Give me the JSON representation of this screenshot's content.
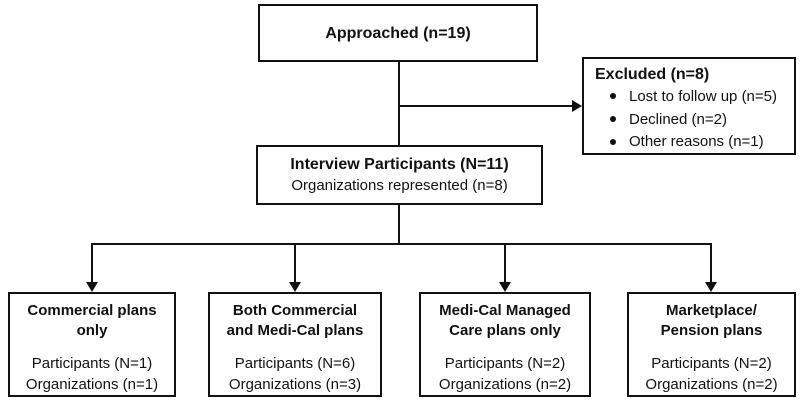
{
  "colors": {
    "background": "#ffffff",
    "line": "#111111",
    "text": "#111111"
  },
  "flowchart": {
    "approached": {
      "label": "Approached (n=19)"
    },
    "excluded": {
      "title": "Excluded (n=8)",
      "items": [
        "Lost to follow up (n=5)",
        "Declined (n=2)",
        "Other reasons (n=1)"
      ]
    },
    "interview": {
      "title": "Interview Participants (N=11)",
      "subtitle": "Organizations represented (n=8)"
    },
    "groups": [
      {
        "title": "Commercial plans\nonly",
        "participants": "Participants (N=1)",
        "organizations": "Organizations (n=1)"
      },
      {
        "title": "Both Commercial\nand Medi-Cal plans",
        "participants": "Participants (N=6)",
        "organizations": "Organizations (n=3)"
      },
      {
        "title": "Medi-Cal Managed\nCare plans only",
        "participants": "Participants (N=2)",
        "organizations": "Organizations (n=2)"
      },
      {
        "title": "Marketplace/\nPension plans",
        "participants": "Participants (N=2)",
        "organizations": "Organizations (n=2)"
      }
    ]
  }
}
